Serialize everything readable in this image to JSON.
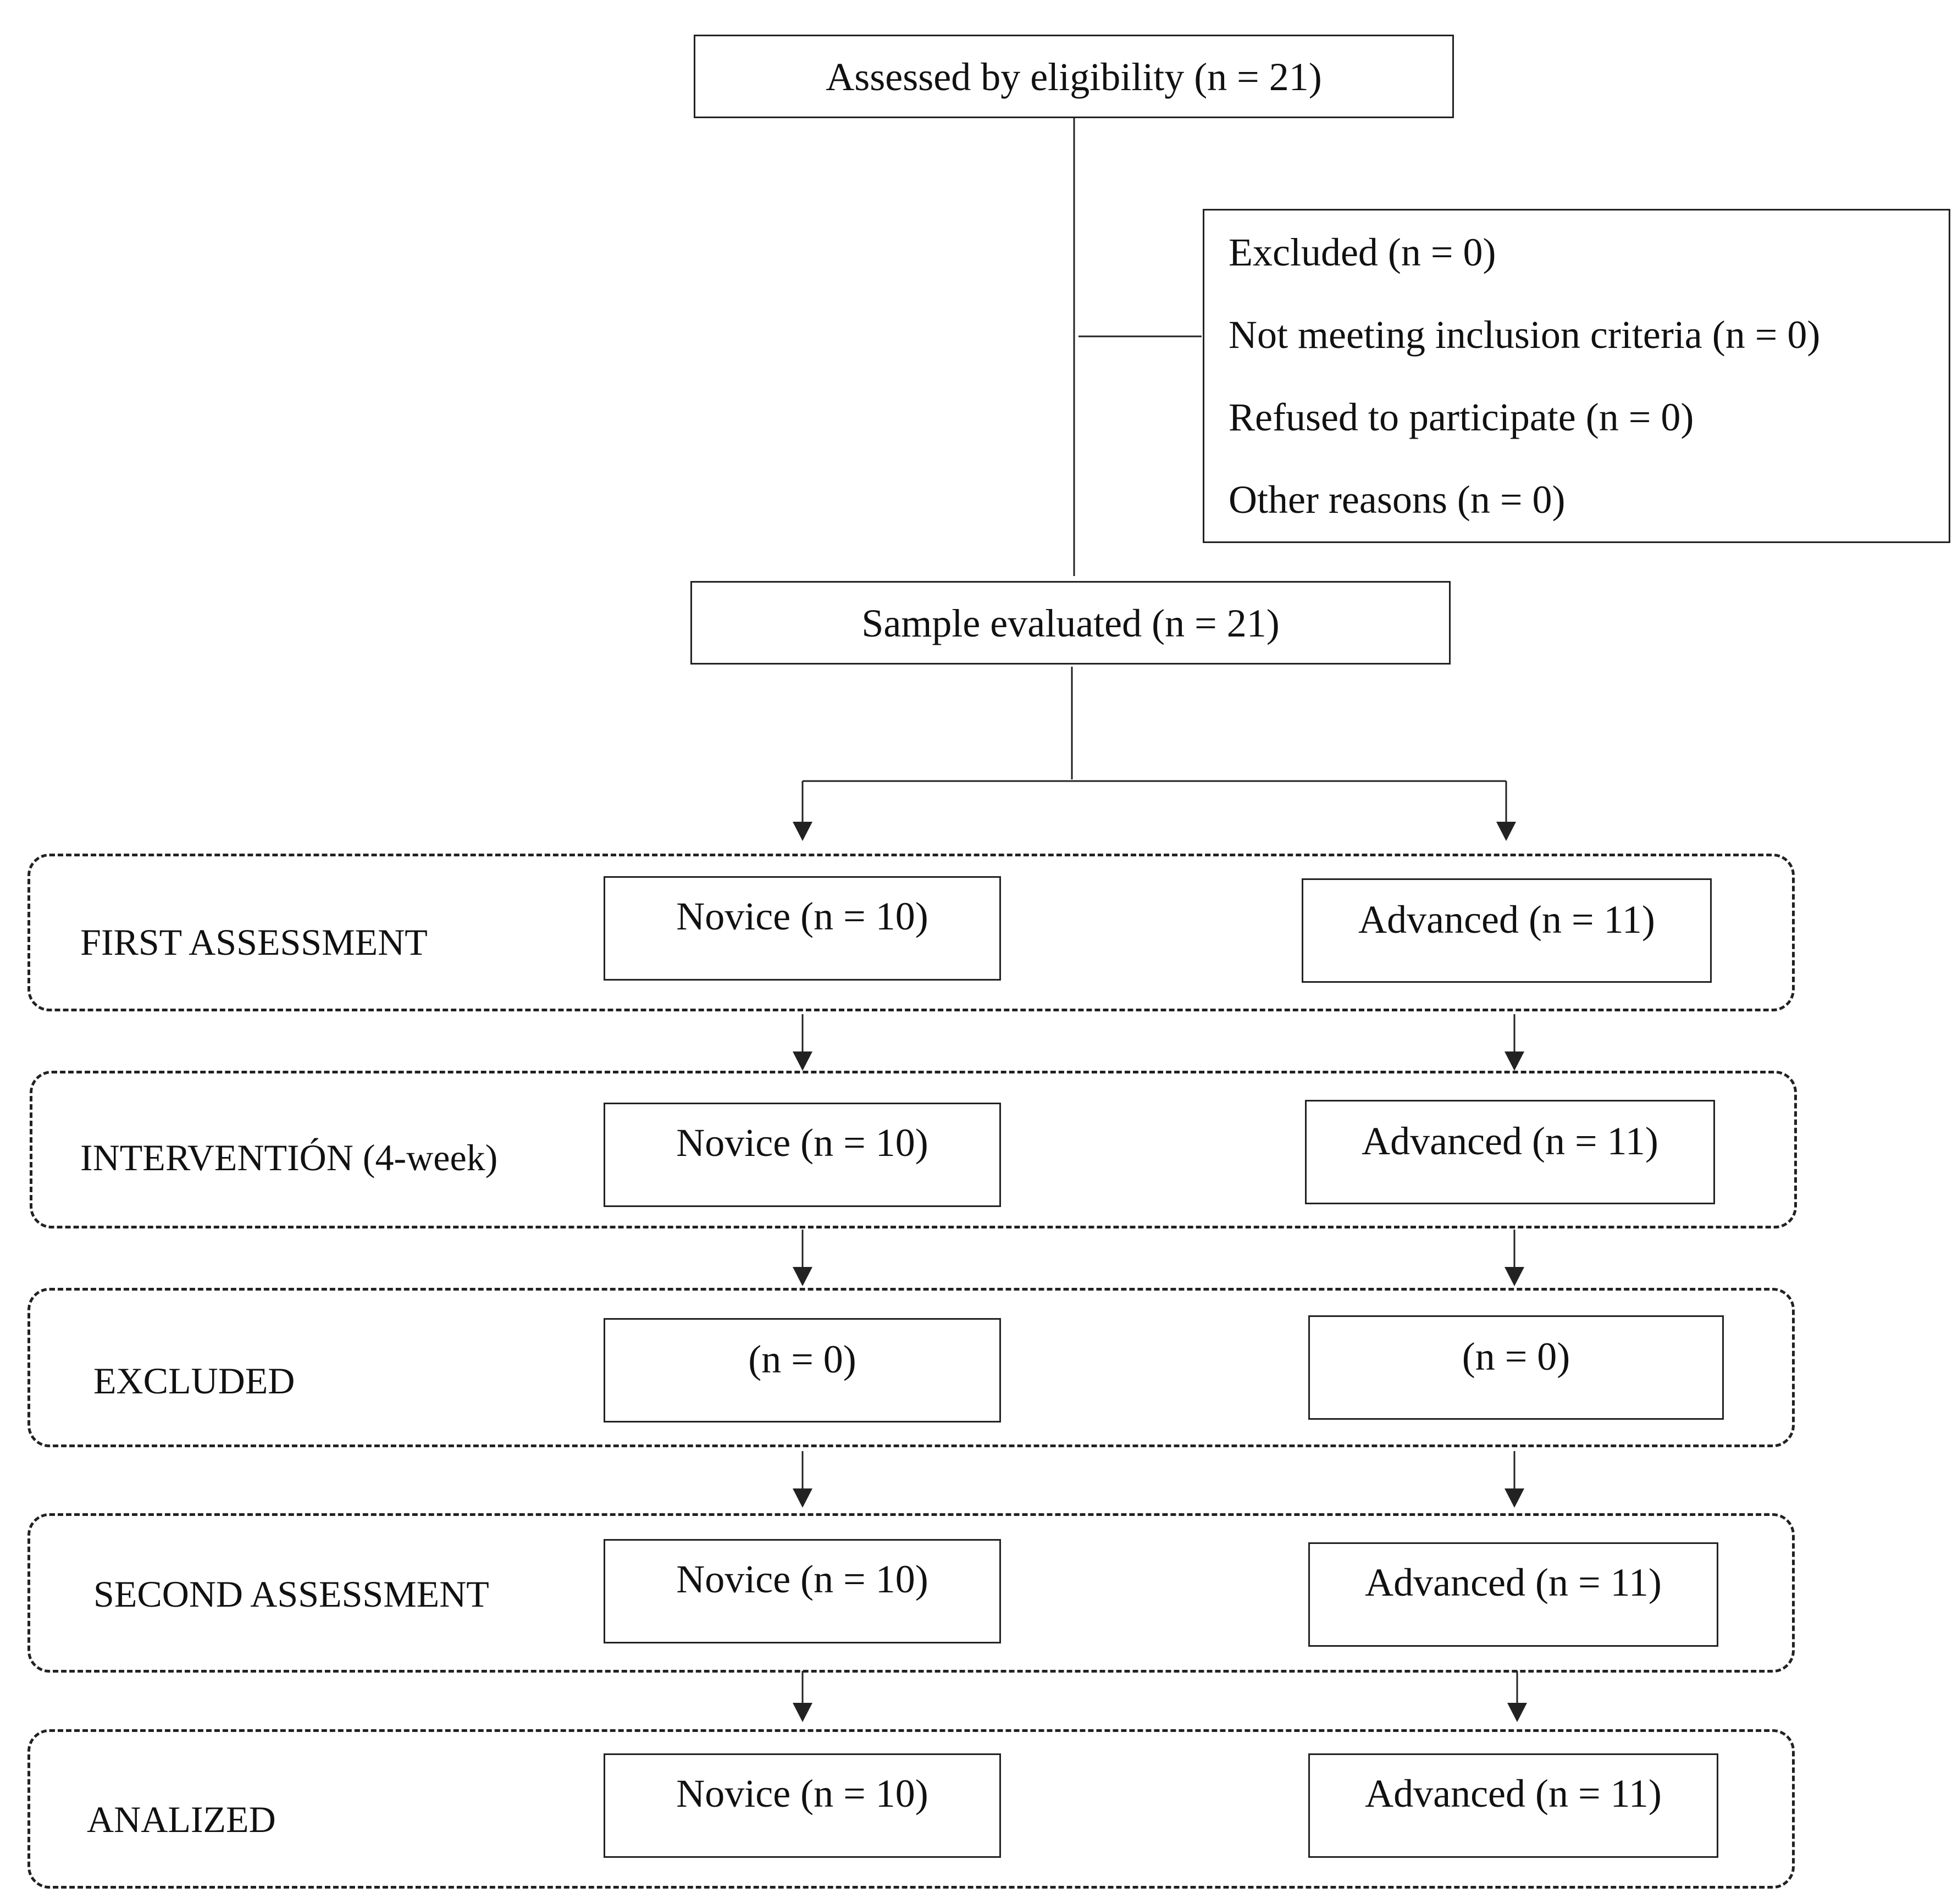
{
  "top_box": "Assessed by eligibility (n = 21)",
  "exclusion_box": {
    "lines": [
      "Excluded (n = 0)",
      "Not meeting inclusion criteria (n = 0)",
      "Refused to participate (n = 0)",
      "Other reasons (n = 0)"
    ]
  },
  "sample_box": "Sample evaluated (n = 21)",
  "stages": [
    {
      "label": "FIRST ASSESSMENT",
      "novice": "Novice (n = 10)",
      "advanced": "Advanced (n = 11)"
    },
    {
      "label": "INTERVENTIÓN (4-week)",
      "novice": "Novice (n = 10)",
      "advanced": "Advanced (n = 11)"
    },
    {
      "label": "EXCLUDED",
      "novice": "(n = 0)",
      "advanced": "(n = 0)"
    },
    {
      "label": "SECOND ASSESSMENT",
      "novice": "Novice (n = 10)",
      "advanced": "Advanced (n = 11)"
    },
    {
      "label": "ANALIZED",
      "novice": "Novice (n = 10)",
      "advanced": "Advanced (n = 11)"
    }
  ]
}
